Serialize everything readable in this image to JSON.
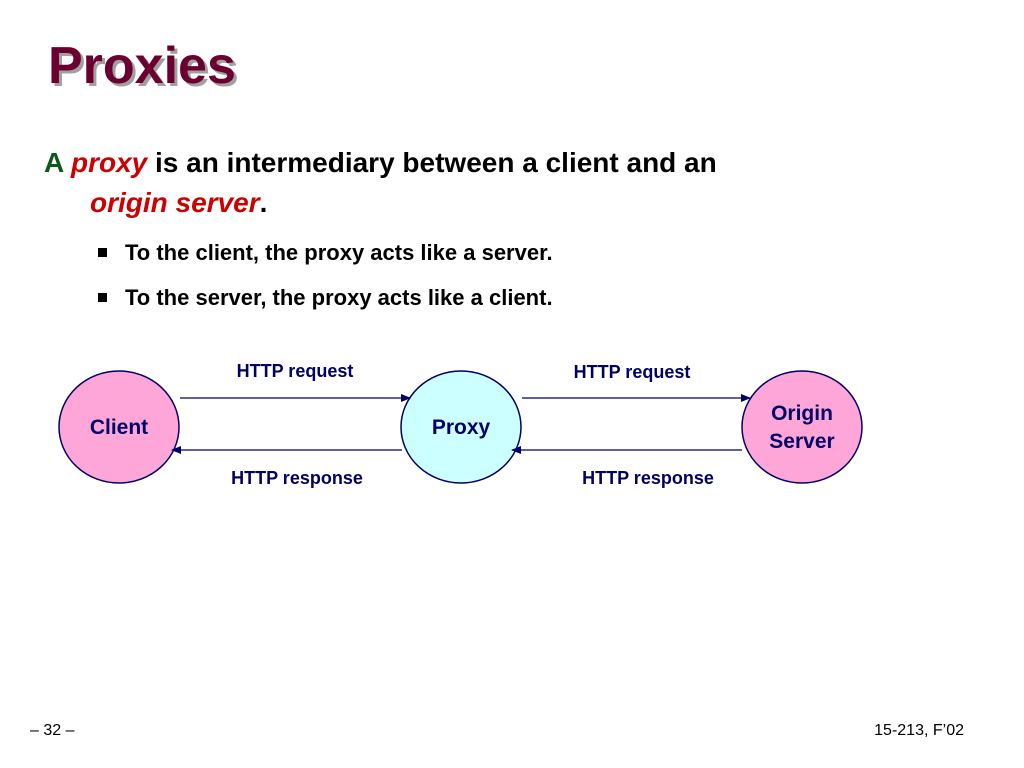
{
  "slide": {
    "title": "Proxies",
    "main_point": {
      "lead": "A",
      "term1": "proxy",
      "text1": "is an intermediary between a client and an",
      "term2": "origin server",
      "end": "."
    },
    "bullets": [
      "To the client, the proxy acts like a server.",
      "To the server, the proxy acts like a client."
    ],
    "footer": {
      "page": "– 32 –",
      "course": "15-213, F’02"
    }
  },
  "diagram": {
    "nodes": {
      "client": "Client",
      "proxy": "Proxy",
      "origin_line1": "Origin",
      "origin_line2": "Server"
    },
    "edges": {
      "left_request": "HTTP request",
      "right_request": "HTTP request",
      "left_response": "HTTP response",
      "right_response": "HTTP response"
    },
    "colors": {
      "client_fill": "#ffa6d9",
      "proxy_fill": "#ccffff",
      "origin_fill": "#ffa6d9",
      "stroke": "#000066"
    }
  }
}
